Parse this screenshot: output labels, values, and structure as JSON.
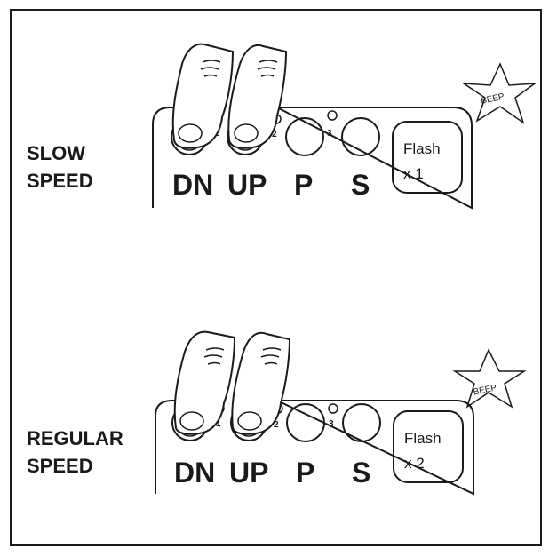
{
  "panels": [
    {
      "label_line1": "SLOW",
      "label_line2": "SPEED",
      "buttons": [
        "DN",
        "UP",
        "P",
        "S"
      ],
      "led_numbers": [
        "1",
        "2",
        "3"
      ],
      "flash_line1": "Flash",
      "flash_line2": "x 1",
      "sound": "BEEP"
    },
    {
      "label_line1": "REGULAR",
      "label_line2": "SPEED",
      "buttons": [
        "DN",
        "UP",
        "P",
        "S"
      ],
      "led_numbers": [
        "1",
        "2",
        "3"
      ],
      "flash_line1": "Flash",
      "flash_line2": "x 2",
      "sound": "BEEP"
    }
  ]
}
